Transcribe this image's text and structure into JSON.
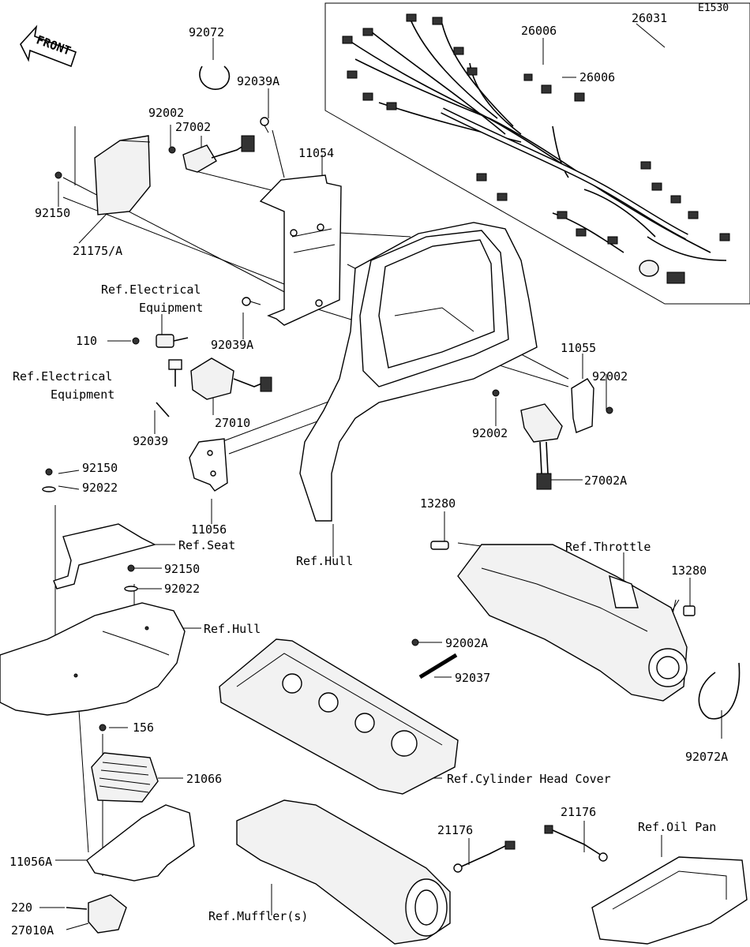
{
  "diagram_code": "E1530",
  "front_label": "FRONT",
  "labels": [
    {
      "id": "lbl-26031",
      "text": "26031"
    },
    {
      "id": "lbl-26006-a",
      "text": "26006"
    },
    {
      "id": "lbl-26006-b",
      "text": "26006"
    },
    {
      "id": "lbl-92072",
      "text": "92072"
    },
    {
      "id": "lbl-92039a-top",
      "text": "92039A"
    },
    {
      "id": "lbl-92002-top",
      "text": "92002"
    },
    {
      "id": "lbl-27002",
      "text": "27002"
    },
    {
      "id": "lbl-11054",
      "text": "11054"
    },
    {
      "id": "lbl-92150-top",
      "text": "92150"
    },
    {
      "id": "lbl-21175a",
      "text": "21175/A"
    },
    {
      "id": "lbl-ref-elec-1a",
      "text": "Ref.Electrical"
    },
    {
      "id": "lbl-ref-elec-1b",
      "text": "Equipment"
    },
    {
      "id": "lbl-92039a-mid",
      "text": "92039A"
    },
    {
      "id": "lbl-110",
      "text": "110"
    },
    {
      "id": "lbl-ref-elec-2a",
      "text": "Ref.Electrical"
    },
    {
      "id": "lbl-ref-elec-2b",
      "text": "Equipment"
    },
    {
      "id": "lbl-27010",
      "text": "27010"
    },
    {
      "id": "lbl-92039",
      "text": "92039"
    },
    {
      "id": "lbl-11055",
      "text": "11055"
    },
    {
      "id": "lbl-92002-right",
      "text": "92002"
    },
    {
      "id": "lbl-92002-left",
      "text": "92002"
    },
    {
      "id": "lbl-27002a",
      "text": "27002A"
    },
    {
      "id": "lbl-92150-mid",
      "text": "92150"
    },
    {
      "id": "lbl-92022-mid",
      "text": "92022"
    },
    {
      "id": "lbl-11056",
      "text": "11056"
    },
    {
      "id": "lbl-ref-seat",
      "text": "Ref.Seat"
    },
    {
      "id": "lbl-ref-hull-1",
      "text": "Ref.Hull"
    },
    {
      "id": "lbl-13280-a",
      "text": "13280"
    },
    {
      "id": "lbl-ref-throttle",
      "text": "Ref.Throttle"
    },
    {
      "id": "lbl-13280-b",
      "text": "13280"
    },
    {
      "id": "lbl-92150-low",
      "text": "92150"
    },
    {
      "id": "lbl-92022-low",
      "text": "92022"
    },
    {
      "id": "lbl-ref-hull-2",
      "text": "Ref.Hull"
    },
    {
      "id": "lbl-92002a",
      "text": "92002A"
    },
    {
      "id": "lbl-92037",
      "text": "92037"
    },
    {
      "id": "lbl-92072a",
      "text": "92072A"
    },
    {
      "id": "lbl-156",
      "text": "156"
    },
    {
      "id": "lbl-21066",
      "text": "21066"
    },
    {
      "id": "lbl-ref-cyl",
      "text": "Ref.Cylinder Head Cover"
    },
    {
      "id": "lbl-21176-a",
      "text": "21176"
    },
    {
      "id": "lbl-21176-b",
      "text": "21176"
    },
    {
      "id": "lbl-ref-oil",
      "text": "Ref.Oil Pan"
    },
    {
      "id": "lbl-11056a",
      "text": "11056A"
    },
    {
      "id": "lbl-220",
      "text": "220"
    },
    {
      "id": "lbl-27010a",
      "text": "27010A"
    },
    {
      "id": "lbl-ref-muffler",
      "text": "Ref.Muffler(s)"
    }
  ]
}
